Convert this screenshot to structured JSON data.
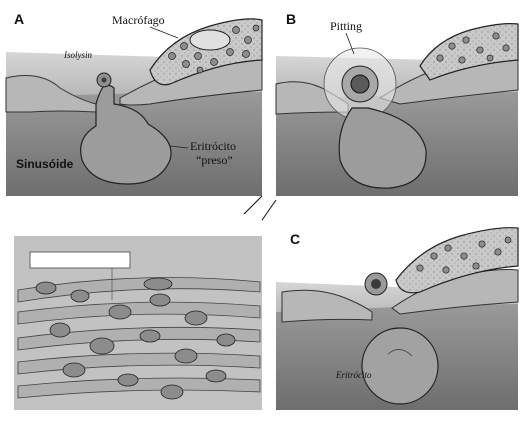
{
  "panels": {
    "a": {
      "letter": "A",
      "macrophage": "Macrófago",
      "lysis": "Isolysin",
      "erythrocyte_line1": "Eritrócito",
      "erythrocyte_line2": "“preso”",
      "sinusoid": "Sinusóide"
    },
    "b": {
      "letter": "B",
      "pitting": "Pitting"
    },
    "c": {
      "letter": "C",
      "erythrocyte": "Eritrócito"
    }
  }
}
